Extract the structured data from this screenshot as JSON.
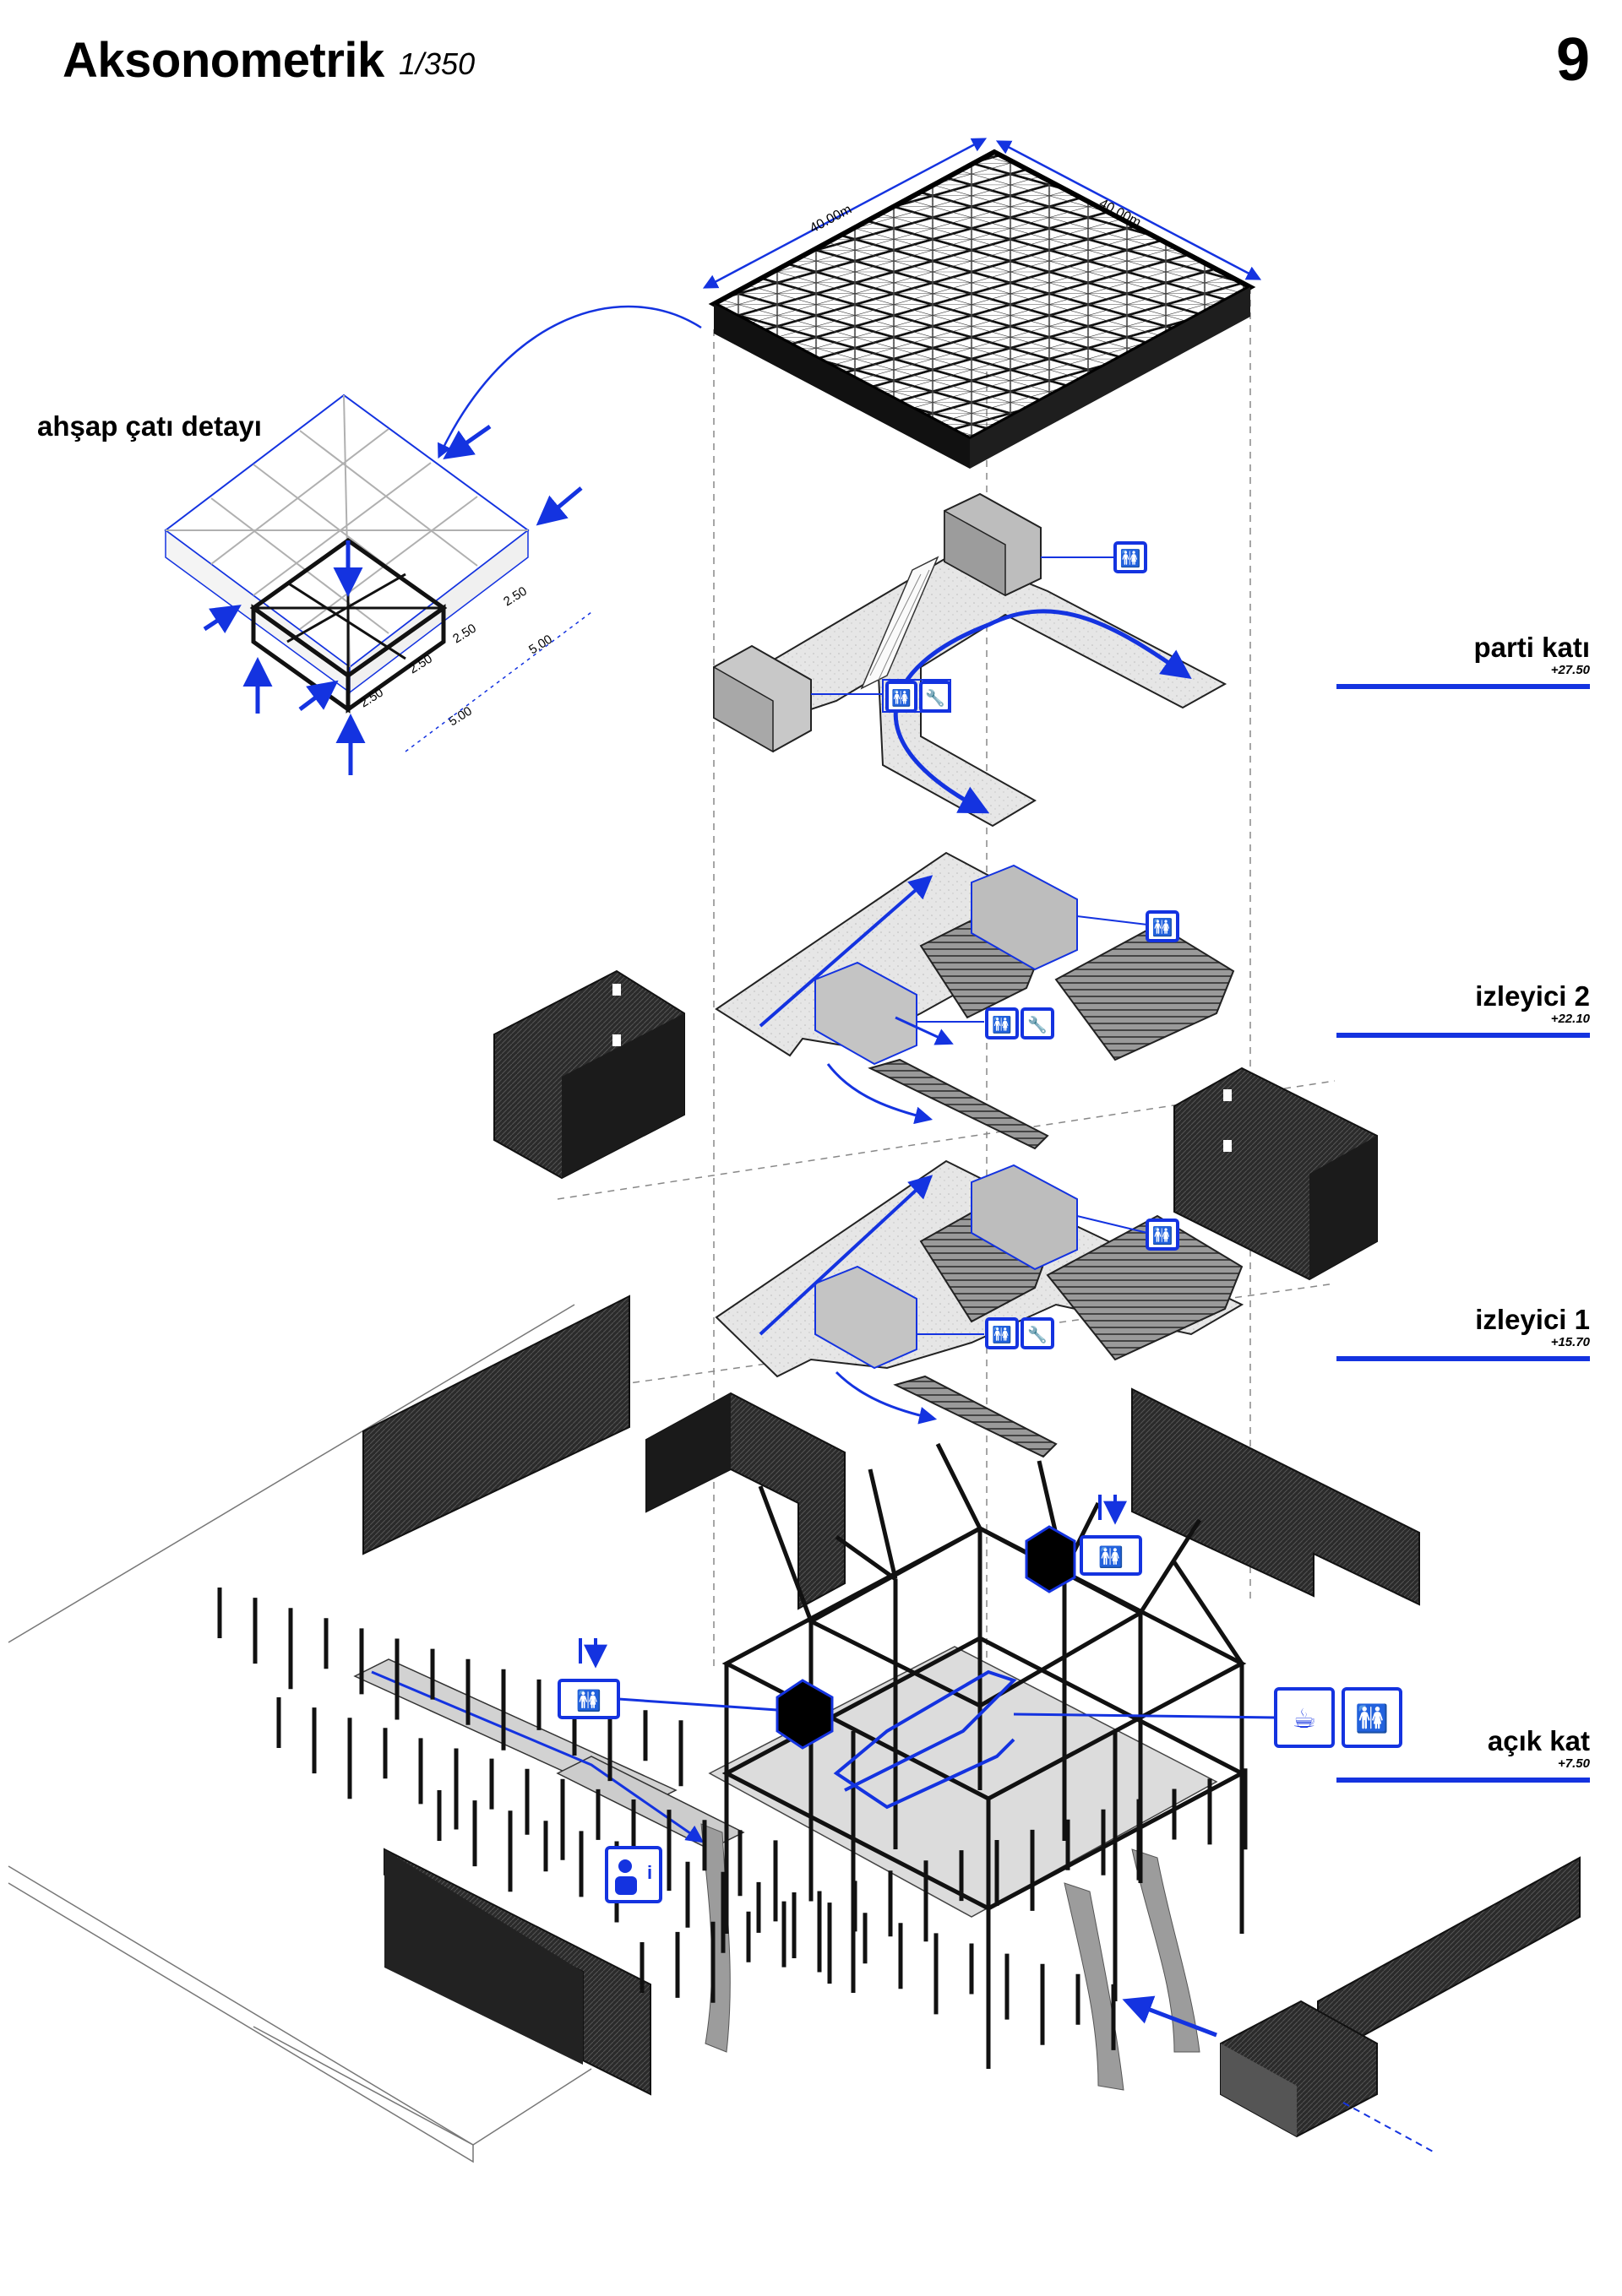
{
  "header": {
    "title": "Aksonometrik",
    "scale": "1/350",
    "page_number": "9"
  },
  "detail": {
    "title": "ahşap çatı detayı",
    "dims": [
      "2.50",
      "2.50",
      "2.50",
      "2.50",
      "5.00",
      "5.00"
    ]
  },
  "roof": {
    "dim_a": "40.00m",
    "dim_b": "40.00m"
  },
  "levels": [
    {
      "name": "parti katı",
      "elevation": "+27.50"
    },
    {
      "name": "izleyici 2",
      "elevation": "+22.10"
    },
    {
      "name": "izleyici 1",
      "elevation": "+15.70"
    },
    {
      "name": "açık kat",
      "elevation": "+7.50"
    }
  ],
  "colors": {
    "accent": "#1433e0",
    "ink": "#111111",
    "concrete": "#d8d8d8",
    "dark_wall": "#2a2a2a"
  },
  "icons": [
    "wc-icon",
    "maintenance-icon",
    "elevator-icon",
    "cafe-icon",
    "info-icon"
  ]
}
